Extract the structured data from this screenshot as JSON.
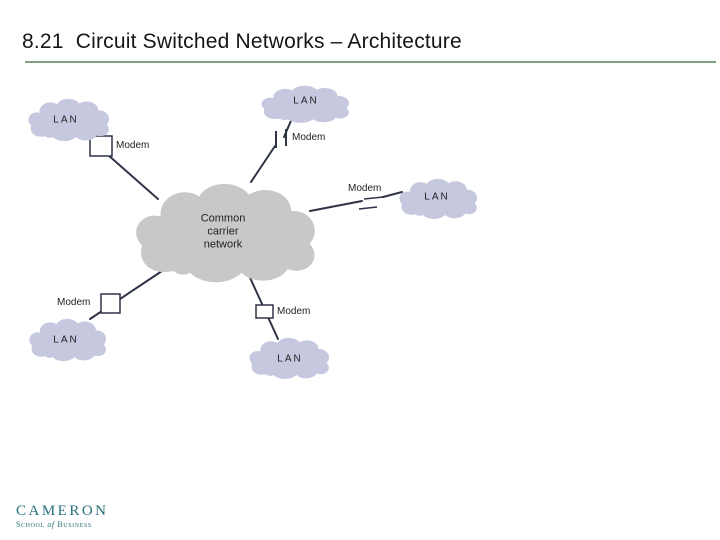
{
  "slide": {
    "title": "8.21  Circuit Switched Networks – Architecture"
  },
  "diagram": {
    "central_cloud": {
      "lines": [
        "Common",
        "carrier",
        "network"
      ],
      "fill": "#c8c8c8"
    },
    "lan_cloud_fill": "#c6c8e0",
    "line_color": "#2e3346",
    "lan_labels": {
      "top_left": "LAN",
      "top_center": "LAN",
      "right": "LAN",
      "bottom_left": "LAN",
      "bottom_center": "LAN"
    },
    "modem_labels": {
      "top_left": "Modem",
      "top_center": "Modem",
      "right": "Modem",
      "bottom_left": "Modem",
      "bottom_center": "Modem"
    }
  },
  "footer": {
    "logo_line1": "CAMERON",
    "logo_line2_school": "School",
    "logo_line2_of": "of",
    "logo_line2_business": "Business",
    "logo_color": "#26707a"
  },
  "colors": {
    "title_rule": "#7f9f81"
  }
}
